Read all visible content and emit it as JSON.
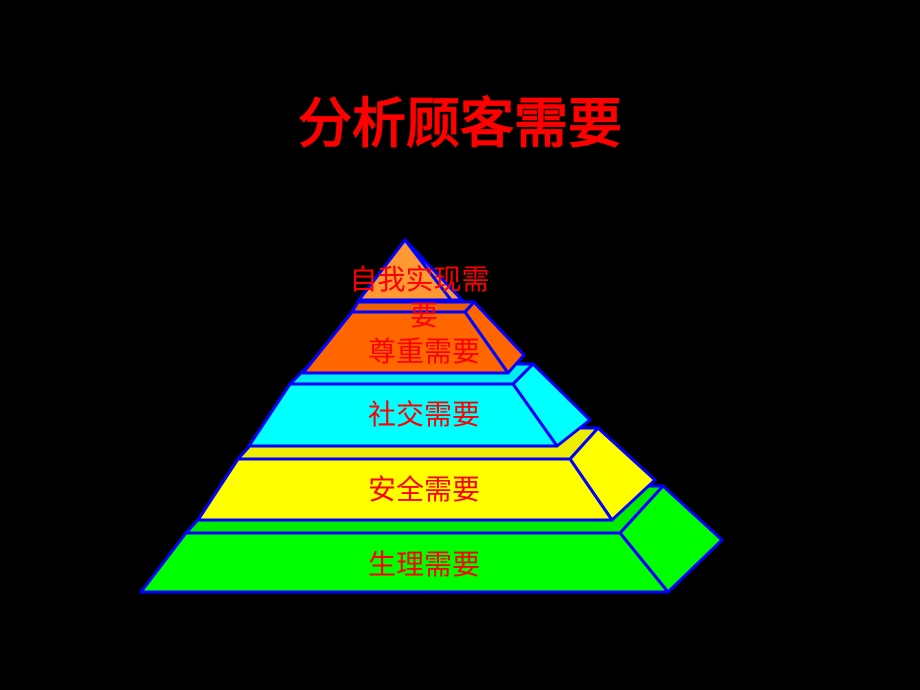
{
  "slide": {
    "title": "分析顾客需要"
  },
  "pyramid": {
    "tiers": [
      {
        "label": "自我实现需要",
        "color": "#ff9933"
      },
      {
        "label": "尊重需要",
        "color": "#ff6600"
      },
      {
        "label": "社交需要",
        "color": "#00ffff"
      },
      {
        "label": "安全需要",
        "color": "#ffff00"
      },
      {
        "label": "生理需要",
        "color": "#00ff00"
      }
    ],
    "outline_color": "#0000ff",
    "label_color": "#ff0000"
  }
}
